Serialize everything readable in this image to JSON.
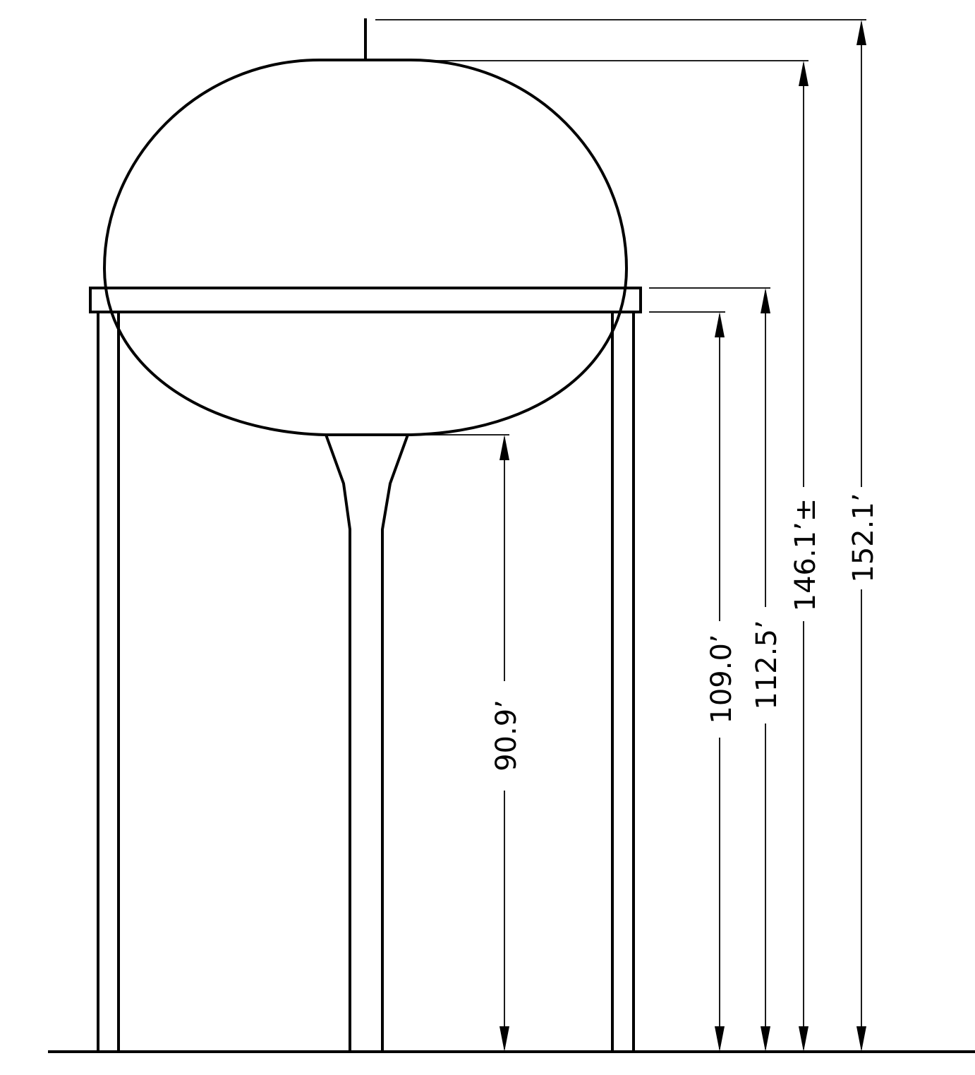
{
  "drawing": {
    "subject": "water-tower-elevation",
    "line_color": "#000000",
    "background_color": "#ffffff"
  },
  "dimensions": {
    "d1": {
      "label": "90.9’"
    },
    "d2": {
      "label": "109.0’"
    },
    "d3": {
      "label": "112.5’"
    },
    "d4": {
      "label": "146.1’±"
    },
    "d5": {
      "label": "152.1’"
    }
  }
}
